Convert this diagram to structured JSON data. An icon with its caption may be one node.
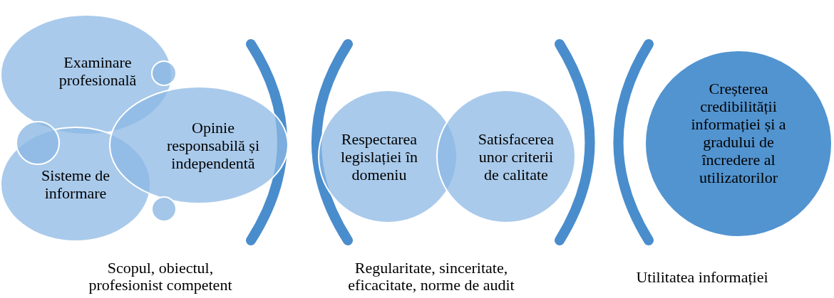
{
  "diagram": {
    "nodes": [
      {
        "text": [
          "Examinare profesională"
        ]
      },
      {
        "text": [
          "Opinie responsabilă și independentă"
        ]
      },
      {
        "text": [
          "Sisteme de informare"
        ]
      },
      {
        "text": [],
        "shape": "circle"
      },
      {
        "text": [],
        "shape": "circle"
      },
      {
        "text": [],
        "shape": "circle"
      },
      {
        "text": [
          "Respectarea legislației în domeniu"
        ]
      },
      {
        "text": [
          "Satisfacerea unor criterii de calitate"
        ]
      },
      {
        "text": [
          "Creșterea credibilității informației și a gradului de încredere al utilizatorilor"
        ]
      }
    ],
    "edges": [],
    "labels": [
      "Scopul, obiectul, profesionist competent",
      "Regularitate, sinceritate, eficacitate, norme de audit",
      "Utilitatea informației"
    ]
  }
}
